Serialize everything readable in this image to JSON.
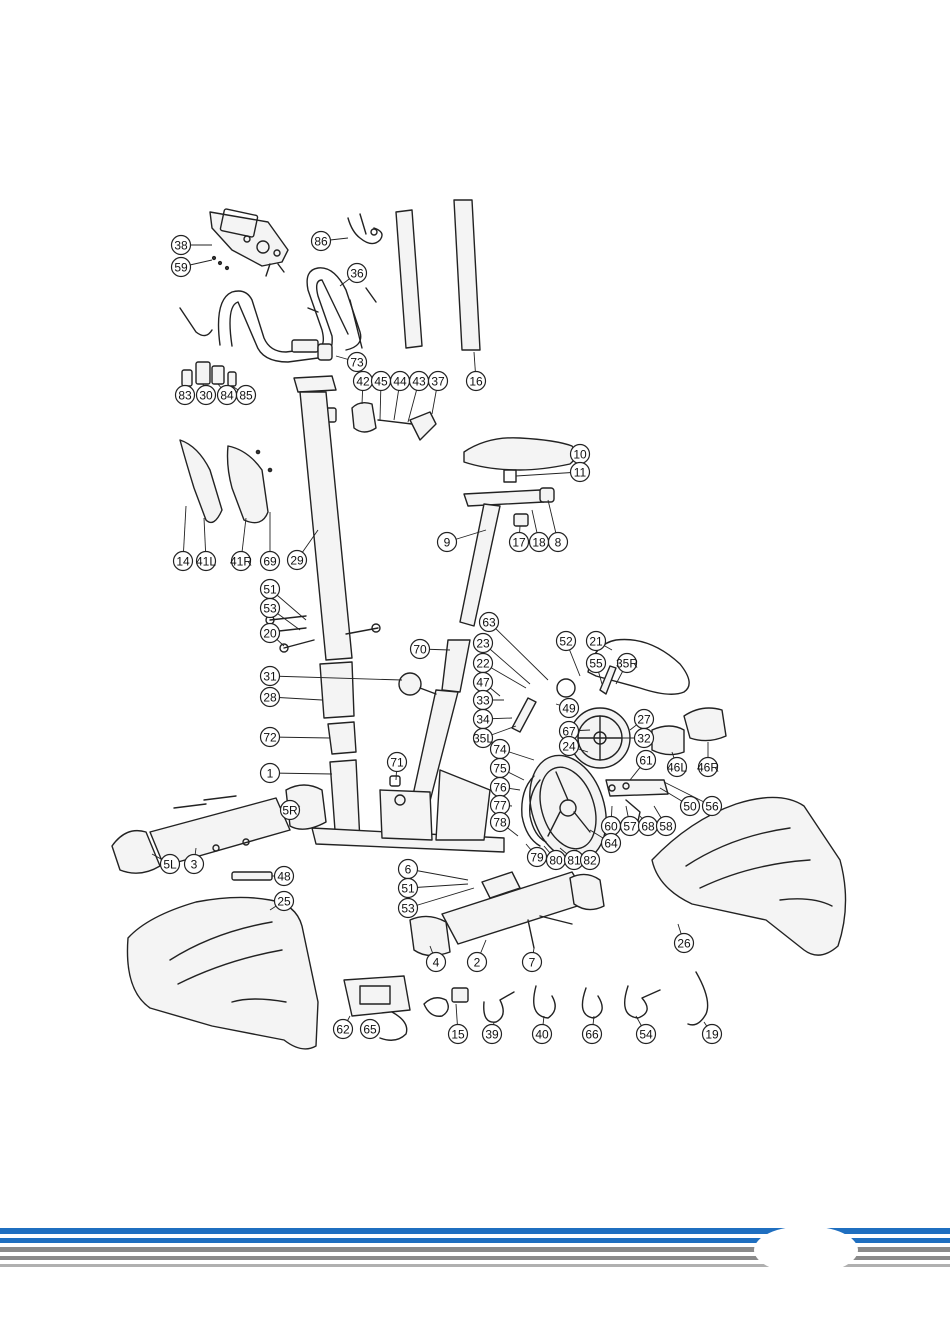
{
  "callout_labels": [
    "38",
    "59",
    "86",
    "36",
    "16",
    "73",
    "83",
    "30",
    "84",
    "85",
    "42",
    "45",
    "44",
    "43",
    "37",
    "14",
    "41L",
    "41R",
    "69",
    "29",
    "10",
    "11",
    "17",
    "18",
    "8",
    "9",
    "51",
    "53",
    "20",
    "63",
    "52",
    "21",
    "55",
    "35R",
    "23",
    "22",
    "47",
    "31",
    "28",
    "70",
    "33",
    "49",
    "34",
    "67",
    "27",
    "46L",
    "46R",
    "32",
    "72",
    "35L",
    "24",
    "74",
    "61",
    "1",
    "71",
    "75",
    "76",
    "77",
    "50",
    "56",
    "60",
    "57",
    "68",
    "58",
    "78",
    "5R",
    "79",
    "80",
    "81",
    "82",
    "64",
    "5L",
    "3",
    "6",
    "51",
    "53",
    "48",
    "25",
    "4",
    "2",
    "7",
    "26",
    "62",
    "65",
    "15",
    "39",
    "40",
    "66",
    "54",
    "19"
  ],
  "colors": {
    "stripe_blue": "#1f6fc0",
    "stripe_gray": "#8a8a8a",
    "line": "#222222"
  },
  "footer": {
    "page_badge": ""
  }
}
